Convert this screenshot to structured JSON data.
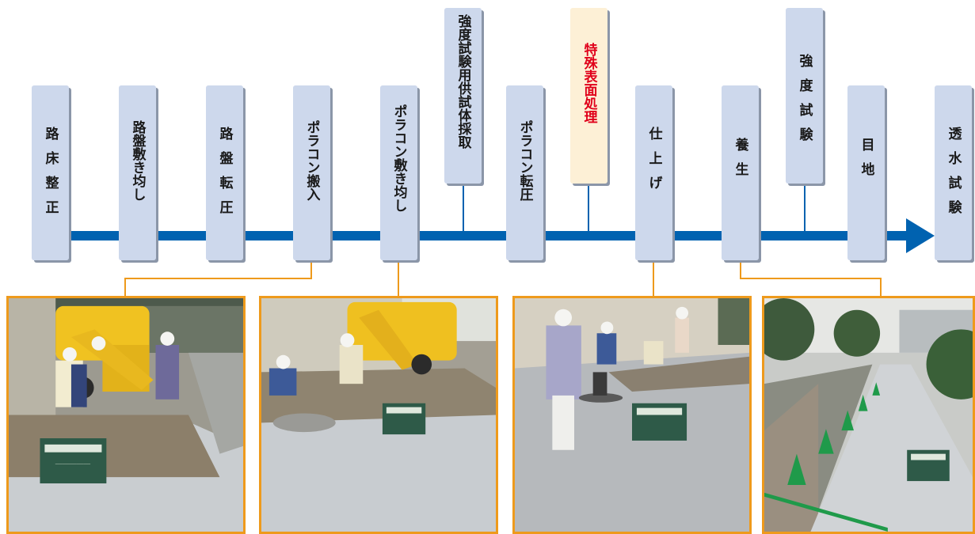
{
  "flow": {
    "steps": [
      {
        "label": "路床整正"
      },
      {
        "label": "路盤敷き均し"
      },
      {
        "label": "路盤転圧"
      },
      {
        "label": "ポラコン搬入"
      },
      {
        "label": "ポラコン敷き均し"
      },
      {
        "label": "強度試験用供試体採取"
      },
      {
        "label": "ポラコン転圧"
      },
      {
        "label": "特殊表面処理"
      },
      {
        "label": "仕上げ"
      },
      {
        "label": "養生"
      },
      {
        "label": "強度試験"
      },
      {
        "label": "目地"
      },
      {
        "label": "透水試験"
      }
    ],
    "colors": {
      "arrow": "#0062b0",
      "box": "#cdd8ec",
      "box_shadow": "#8b96a8",
      "special_box": "#fdf0d6",
      "special_text": "#e0001a",
      "callout": "#ee9a1c"
    }
  },
  "photos": [
    {
      "name": "photo-porakon-delivery",
      "step": "ポラコン搬入"
    },
    {
      "name": "photo-porakon-spreading",
      "step": "ポラコン敷き均し"
    },
    {
      "name": "photo-finishing",
      "step": "仕上げ"
    },
    {
      "name": "photo-curing",
      "step": "養生"
    }
  ]
}
